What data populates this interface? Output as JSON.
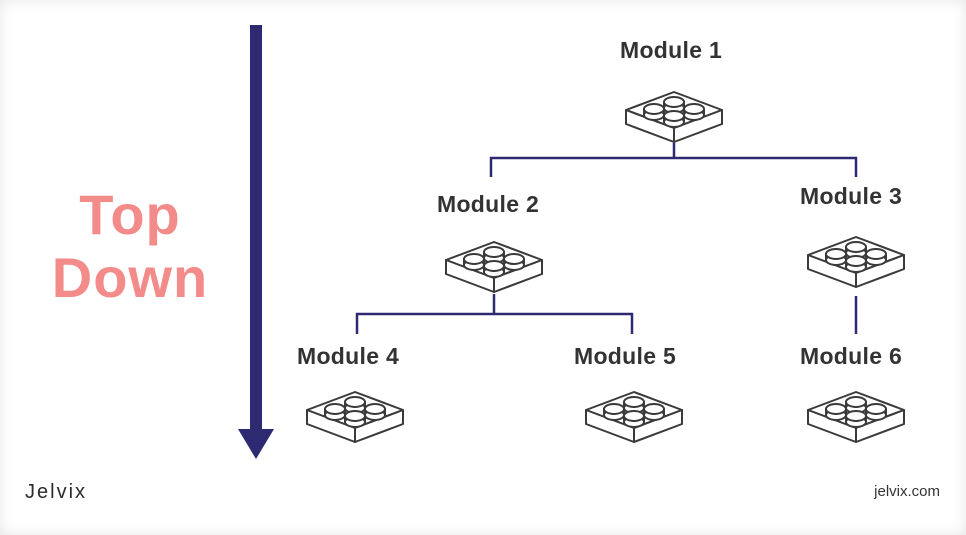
{
  "headline": {
    "line1": "Top",
    "line2": "Down"
  },
  "modules": [
    {
      "id": "m1",
      "label": "Module 1"
    },
    {
      "id": "m2",
      "label": "Module 2"
    },
    {
      "id": "m3",
      "label": "Module 3"
    },
    {
      "id": "m4",
      "label": "Module 4"
    },
    {
      "id": "m5",
      "label": "Module 5"
    },
    {
      "id": "m6",
      "label": "Module 6"
    }
  ],
  "hierarchy": [
    {
      "parent": "Module 1",
      "children": [
        "Module 2",
        "Module 3"
      ]
    },
    {
      "parent": "Module 2",
      "children": [
        "Module 4",
        "Module 5"
      ]
    },
    {
      "parent": "Module 3",
      "children": [
        "Module 6"
      ]
    }
  ],
  "icons": {
    "arrow": "down-arrow-icon",
    "module": "lego-brick-icon"
  },
  "footer": {
    "brand": "Jelvix",
    "site": "jelvix.com"
  },
  "colors": {
    "headline": "#f28b89",
    "arrow": "#2d2a72",
    "connector": "#2d2a72",
    "label": "#333333",
    "brick_stroke": "#3a3a3a"
  }
}
